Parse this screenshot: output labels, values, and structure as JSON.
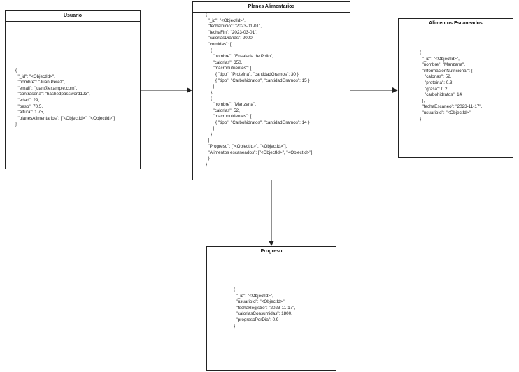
{
  "usuario": {
    "title": "Usuario",
    "content": "{\n  \"_id\": \"<ObjectId>\",\n  \"nombre\": \"Juan Pérez\",\n  \"email\": \"juan@example.com\",\n  \"contraseña\": \"hashedpassword123\",\n  \"edad\": 29,\n  \"peso\": 70.5,\n  \"altura\": 1.75,\n  \"planesAlimentarios\": [\"<ObjectId>\", \"<ObjectId>\"]\n}"
  },
  "planes": {
    "title": "Planes Alimentarios",
    "content": "{\n  \"_id\": \"<ObjectId>\",\n  \"fechaInicio\": \"2023-01-01\",\n  \"fechaFin\": \"2023-03-01\",\n  \"caloriasDiarias\": 2000,\n  \"comidas\": [\n    {\n      \"nombre\": \"Ensalada de Pollo\",\n      \"calorias\": 350,\n      \"macronutrientes\": [\n        { \"tipo\": \"Proteína\", \"cantidadGramos\": 30 },\n        { \"tipo\": \"Carbohidratos\", \"cantidadGramos\": 15 }\n      ]\n    },\n    {\n      \"nombre\": \"Manzana\",\n      \"calorias\": 52,\n      \"macronutrientes\": [\n        { \"tipo\": \"Carbohidratos\", \"cantidadGramos\": 14 }\n      ]\n    }\n  ]\n  \"Progreso\": [\"<ObjectId>\", \"<ObjectId>\"],\n  \"Alimentos escaneados\": [\"<ObjectId>\", \"<ObjectId>\"],\n  }\n}"
  },
  "alimentos": {
    "title": "Alimentos Escaneados",
    "content": "{\n  \"_id\": \"<ObjectId>\",\n  \"nombre\": \"Manzana\",\n  \"informacionNutricional\": {\n    \"calorias\": 52,\n    \"proteina\": 0.3,\n    \"grasa\": 0.2,\n    \"carbohidratos\": 14\n  },\n  \"fechaEscaneo\": \"2023-11-17\",\n  \"usuarioId\": \"<ObjectId>\"\n}"
  },
  "progreso": {
    "title": "Progreso",
    "content": "{\n  \"_id\": \"<ObjectId>\",\n  \"usuarioId\": \"<ObjectId>\",\n  \"fechaRegistro\": \"2023-11-17\",\n  \"caloriasConsumidas\": 1800,\n  \"progresoPorDia\": 0.9\n}"
  }
}
